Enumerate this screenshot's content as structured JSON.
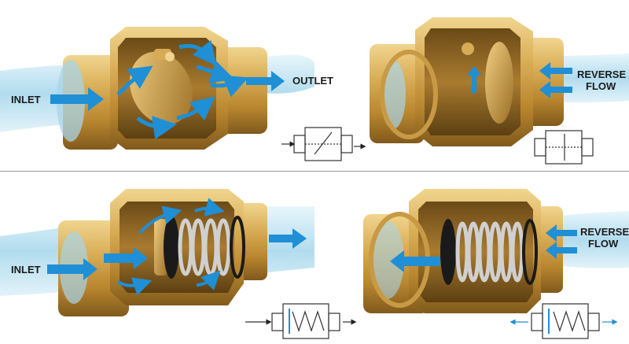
{
  "panels": [
    {
      "id": "swing-open",
      "labels": {
        "inlet": "INLET",
        "outlet": "OUTLET"
      }
    },
    {
      "id": "swing-closed",
      "labels": {
        "reverse_1": "REVERSE",
        "reverse_2": "FLOW"
      }
    },
    {
      "id": "spring-open",
      "labels": {
        "inlet": "INLET"
      }
    },
    {
      "id": "spring-closed",
      "labels": {
        "reverse_1": "REVERSE",
        "reverse_2": "FLOW"
      }
    }
  ],
  "colors": {
    "brass_light": "#e8c77a",
    "brass_mid": "#c89a45",
    "brass_dark": "#8a6322",
    "water": "#bfe3f2",
    "arrow": "#1f8fd6",
    "spring": "#d8d8d8"
  }
}
